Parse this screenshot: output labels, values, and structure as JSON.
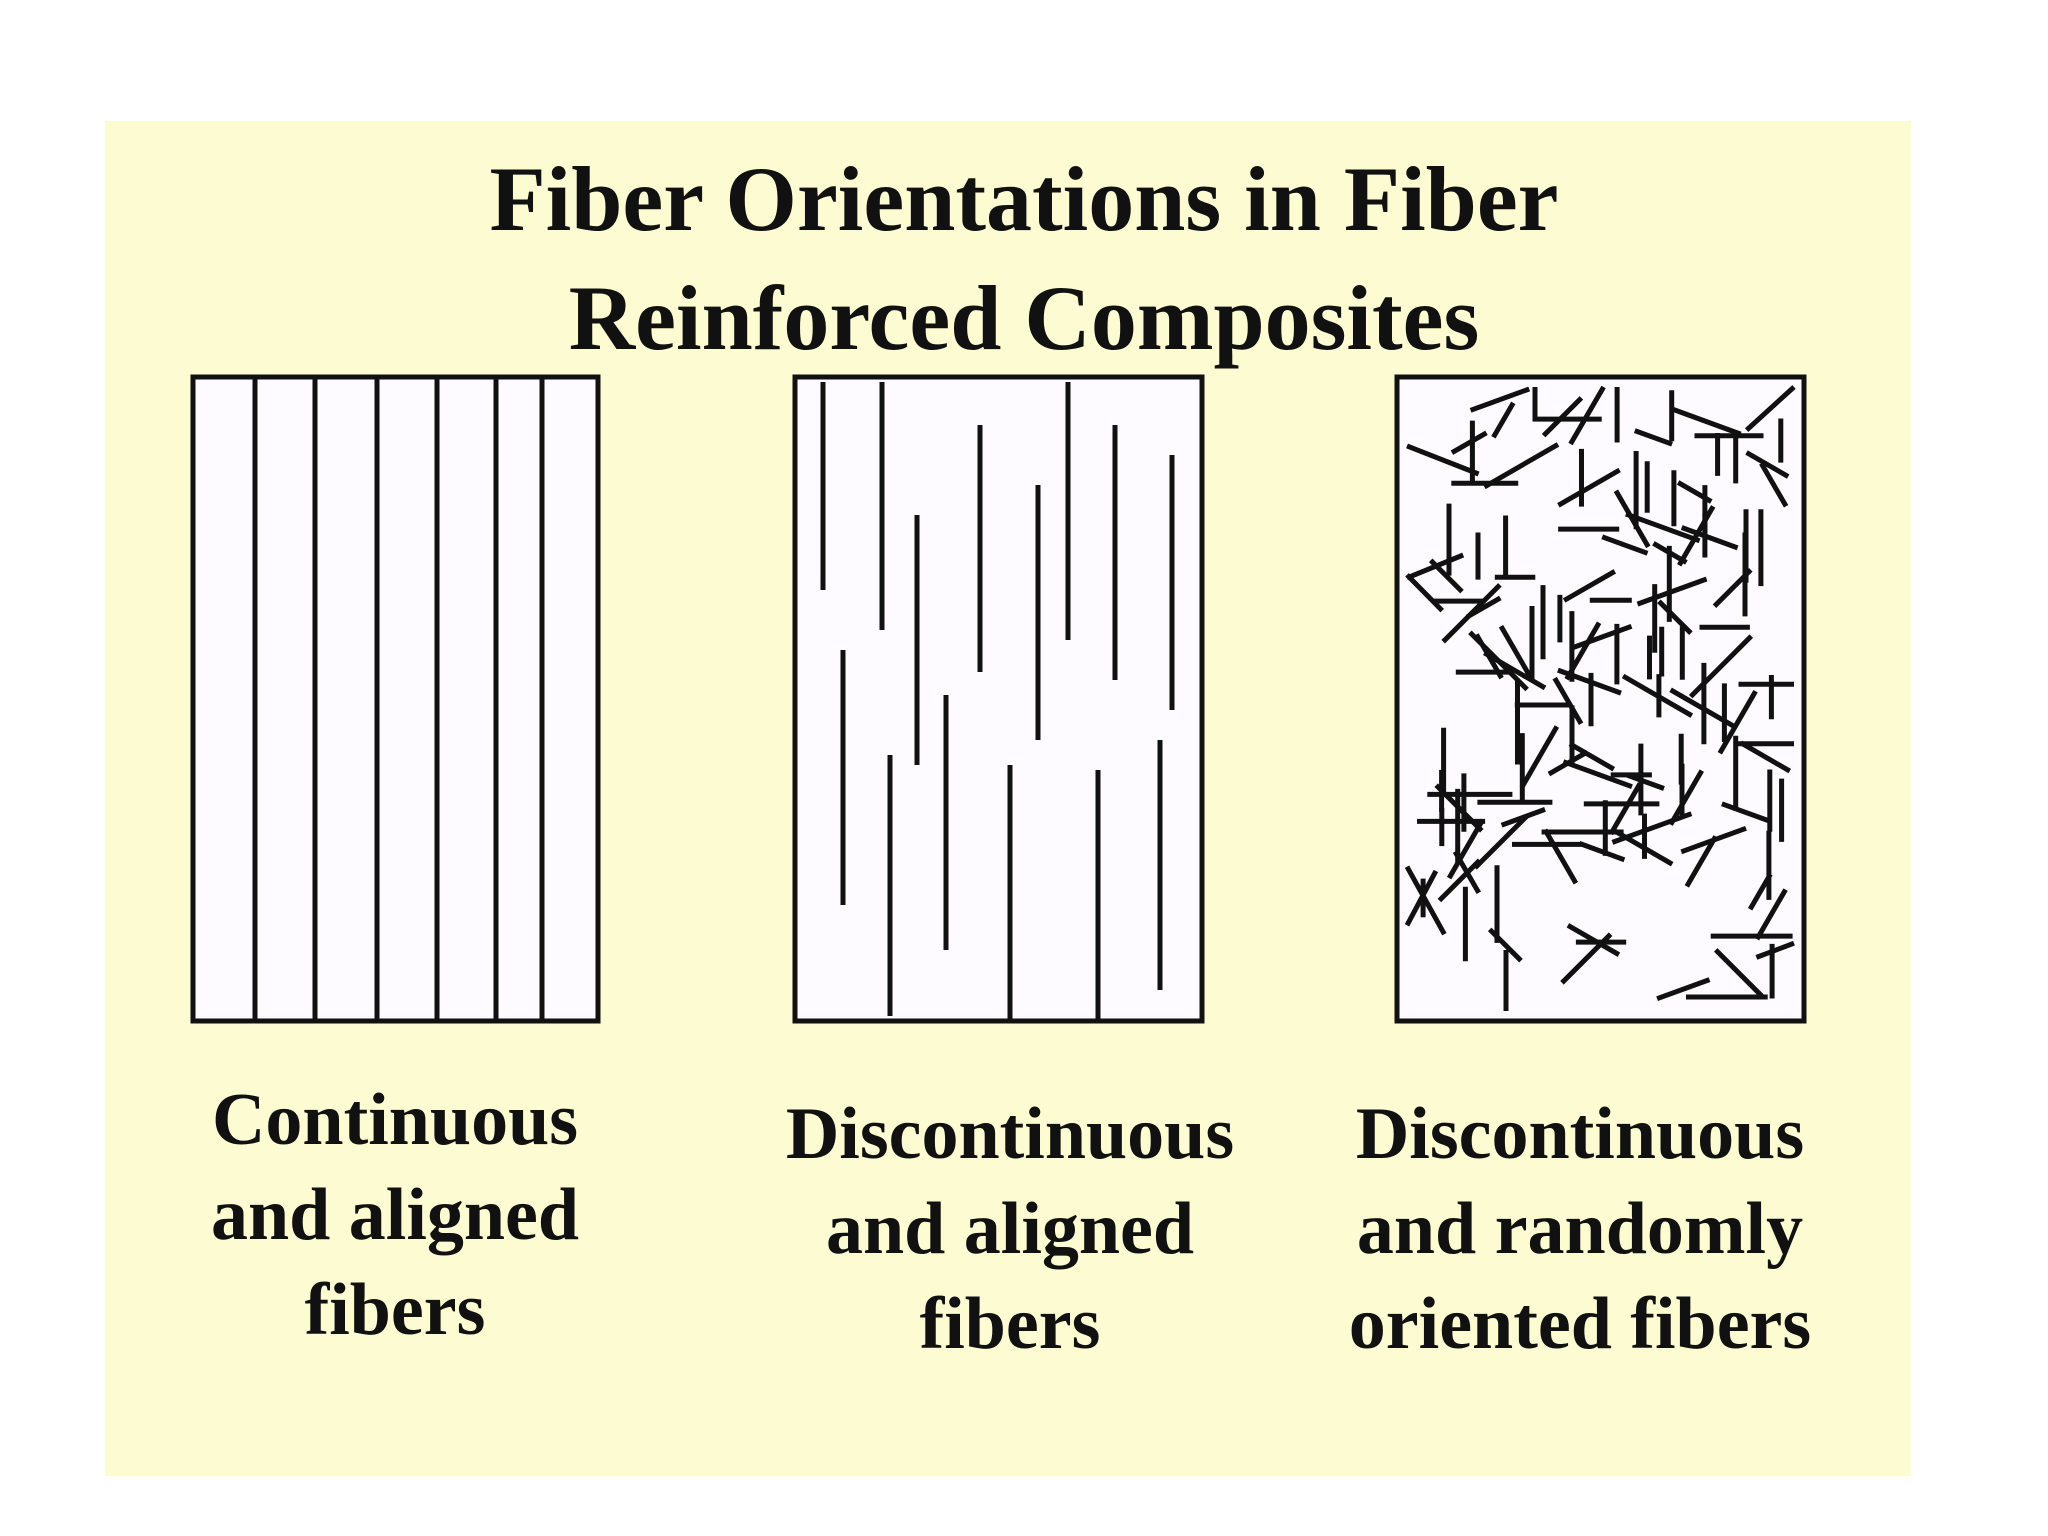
{
  "title": {
    "line1": "Fiber Orientations in Fiber",
    "line2": "Reinforced Composites"
  },
  "colors": {
    "panel_background": "#fdfbd2",
    "box_fill": "#fdfbff",
    "ink": "#111111"
  },
  "diagrams": [
    {
      "id": "continuous-aligned",
      "caption": [
        "Continuous",
        "and aligned",
        "fibers"
      ]
    },
    {
      "id": "discontinuous-aligned",
      "caption": [
        "Discontinuous",
        "and aligned",
        "fibers"
      ]
    },
    {
      "id": "discontinuous-random",
      "caption": [
        "Discontinuous",
        "and randomly",
        "oriented fibers"
      ]
    }
  ]
}
